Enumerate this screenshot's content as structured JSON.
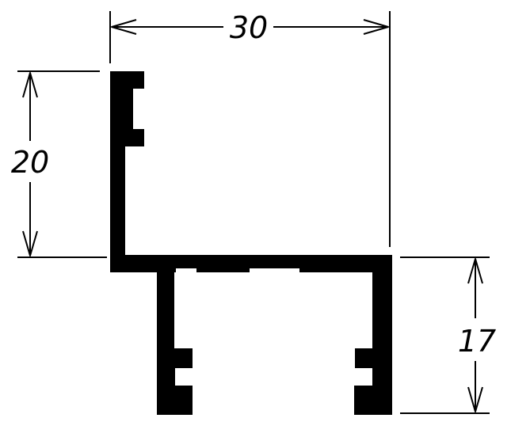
{
  "drawing": {
    "colors": {
      "ink": "#000000",
      "paper": "#ffffff"
    },
    "dimensions": [
      {
        "id": "width",
        "label": "30"
      },
      {
        "id": "upper-height",
        "label": "20"
      },
      {
        "id": "lower-height",
        "label": "17"
      }
    ]
  }
}
